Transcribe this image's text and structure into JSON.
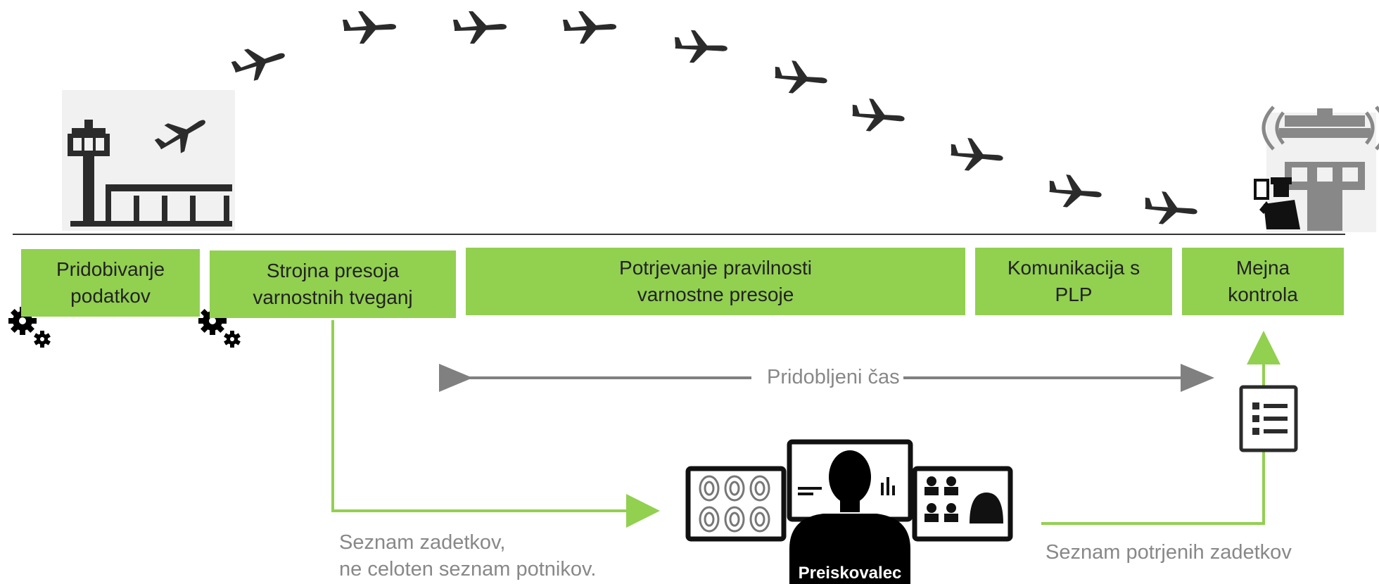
{
  "stages": [
    {
      "label": "Pridobivanje\npodatkov"
    },
    {
      "label": "Strojna presoja\nvarnostnih tveganj"
    },
    {
      "label": "Potrjevanje pravilnosti\nvarnostne presoje"
    },
    {
      "label": "Komunikacija s\nPLP"
    },
    {
      "label": "Mejna\nkontrola"
    }
  ],
  "gained_time_label": "Pridobljeni čas",
  "hits_list_label": "Seznam zadetkov,\nne celoten seznam potnikov.",
  "analyst_label": "Preiskovalec",
  "confirmed_hits_label": "Seznam potrjenih zadetkov",
  "colors": {
    "stage_green": "#92d050",
    "arrow_green": "#92d050",
    "arrow_gray": "#808080",
    "icon_dark": "#2b2b2b"
  },
  "icons": [
    "airport-departure-icon",
    "airplane-icon",
    "gear-icon",
    "control-tower-icon",
    "border-officer-icon",
    "analyst-workstation-icon",
    "checklist-icon"
  ]
}
